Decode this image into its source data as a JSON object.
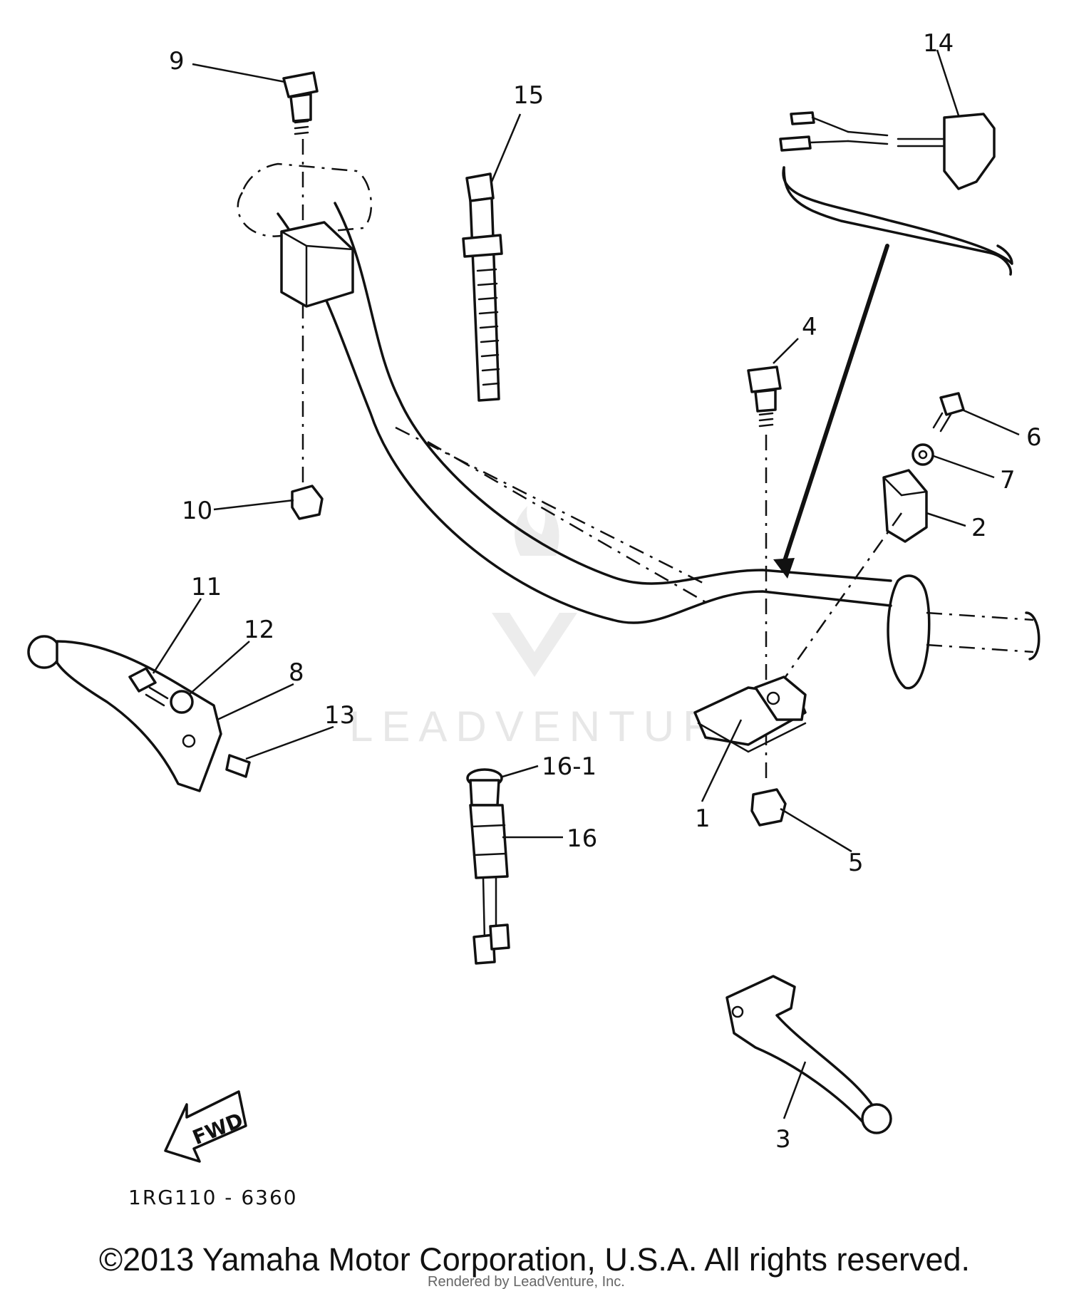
{
  "diagram": {
    "callouts": {
      "c1": "1",
      "c2": "2",
      "c3": "3",
      "c4": "4",
      "c5": "5",
      "c6": "6",
      "c7": "7",
      "c8": "8",
      "c9": "9",
      "c10": "10",
      "c11": "11",
      "c12": "12",
      "c13": "13",
      "c14": "14",
      "c15": "15",
      "c16": "16",
      "c16_1": "16-1"
    },
    "fwd_label": "FWD",
    "diagram_code": "1RG110 - 6360",
    "watermark": "LEADVENTURE",
    "credit": "Rendered by LeadVenture, Inc."
  },
  "copyright": "©2013 Yamaha Motor Corporation, U.S.A. All rights reserved."
}
